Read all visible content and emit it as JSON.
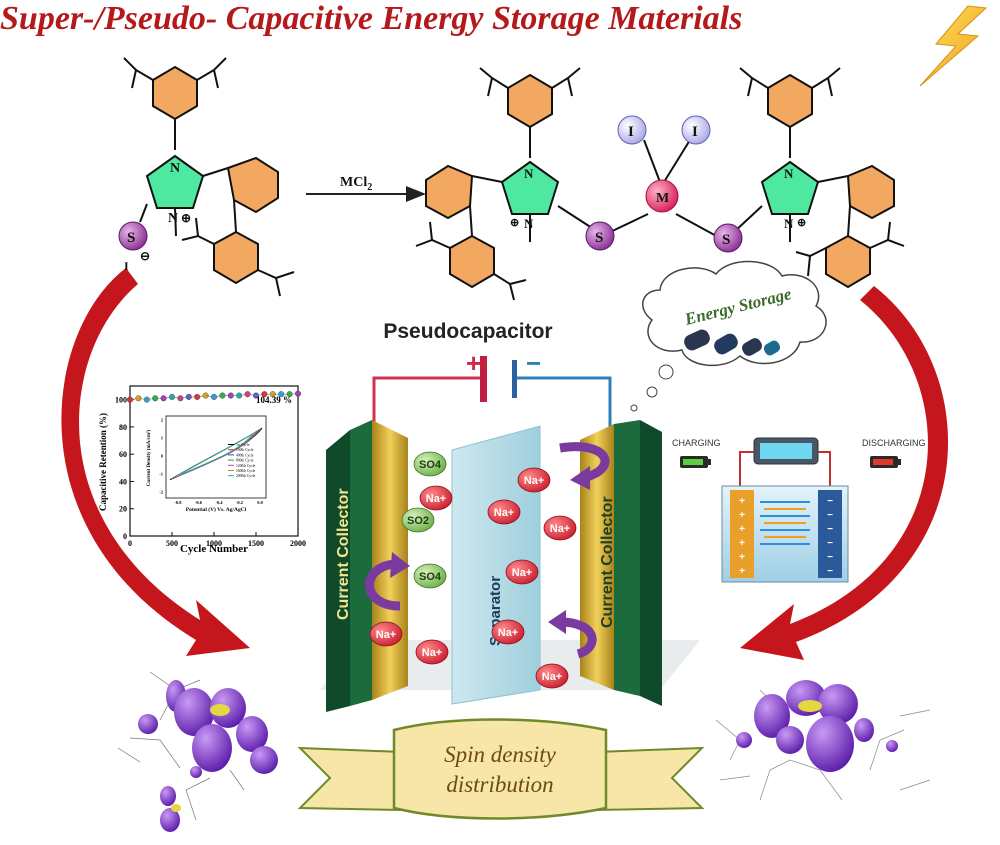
{
  "title": "Super-/Pseudo- Capacitive Energy Storage Materials",
  "reaction": {
    "reagent": "MCl",
    "reagent_sub": "2"
  },
  "ligand": {
    "atoms": {
      "n1": "N",
      "n2": "N",
      "plus": "⊕",
      "s": "S",
      "iodide": "I",
      "minus": "⊖"
    }
  },
  "complex": {
    "atoms": {
      "metal": "M",
      "i1": "I",
      "i2": "I",
      "s_left": "S",
      "s_right": "S",
      "n": "N",
      "plus": "⊕"
    }
  },
  "pseudocapacitor": {
    "title": "Pseudocapacitor",
    "plus": "+",
    "minus": "−",
    "left_collector": "Current Collector",
    "right_collector": "Current Collector",
    "separator": "Separator",
    "ions_left": [
      "SO4",
      "Na+",
      "SO2",
      "SO4",
      "Na+",
      "Na+"
    ],
    "ions_right": [
      "Na+",
      "Na+",
      "Na+",
      "Na+",
      "Na+",
      "Na+"
    ]
  },
  "thought": {
    "label": "Energy Storage"
  },
  "charging": {
    "charging_label": "CHARGING",
    "discharging_label": "DISCHARGING"
  },
  "chart_data": {
    "type": "scatter",
    "xlabel": "Cycle Number",
    "ylabel": "Capacitive Retention (%)",
    "xlim": [
      0,
      2000
    ],
    "ylim": [
      0,
      110
    ],
    "xticks": [
      "0",
      "500",
      "1000",
      "1500",
      "2000"
    ],
    "yticks": [
      "0",
      "20",
      "40",
      "60",
      "80",
      "100"
    ],
    "annotation": "104.39 %",
    "x": [
      0,
      100,
      200,
      300,
      400,
      500,
      600,
      700,
      800,
      900,
      1000,
      1100,
      1200,
      1300,
      1400,
      1500,
      1600,
      1700,
      1800,
      1900,
      2000
    ],
    "y": [
      100,
      101,
      100,
      101,
      101,
      102,
      101,
      102,
      102,
      103,
      102,
      103,
      103,
      103,
      104,
      103,
      104,
      104,
      104,
      104,
      104.39
    ],
    "inset": {
      "xlabel": "Potential (V) Vs. Ag/AgCl",
      "ylabel": "Current Density (mA/cm²)",
      "xticks": [
        "-0.8",
        "-0.6",
        "-0.4",
        "-0.2",
        "0.0"
      ],
      "yticks": [
        "-2",
        "-1",
        "0",
        "1",
        "2"
      ],
      "legend": [
        "1st Cycle",
        "100th Cycle",
        "400th Cycle",
        "800th Cycle",
        "1200th Cycle",
        "1600th Cycle",
        "2000th Cycle"
      ],
      "colors": [
        "#000000",
        "#e03030",
        "#3050d0",
        "#30a030",
        "#c040c0",
        "#d08020",
        "#20b0b0"
      ]
    }
  },
  "banner": {
    "line1": "Spin density",
    "line2": "distribution"
  },
  "colors": {
    "title": "#b4191c",
    "arrow": "#c4161c",
    "phenyl": "#f2a860",
    "spin": "#7a2fd0"
  }
}
